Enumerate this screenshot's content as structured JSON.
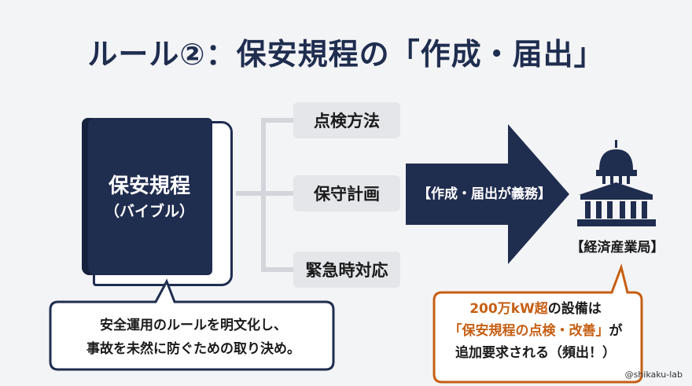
{
  "title": "ルール②：保安規程の「作成・届出」",
  "book": {
    "title": "保安規程",
    "subtitle": "（バイブル）"
  },
  "items": [
    "点検方法",
    "保守計画",
    "緊急時対応"
  ],
  "arrow_label": "【作成・届出が義務】",
  "agency_label": "【経済産業局】",
  "note_left": {
    "line1": "安全運用のルールを明文化し、",
    "line2": "事故を未然に防ぐための取り決め。"
  },
  "note_right": {
    "highlight1": "200万kW超",
    "text1": "の設備は",
    "highlight2": "「保安規程の点検・改善」",
    "text2": "が",
    "line3": "追加要求される（頻出！）"
  },
  "credit": "@shikaku-lab",
  "colors": {
    "navy": "#1f2d4f",
    "orange": "#c65f13",
    "gray_box": "#e4e6e9"
  }
}
